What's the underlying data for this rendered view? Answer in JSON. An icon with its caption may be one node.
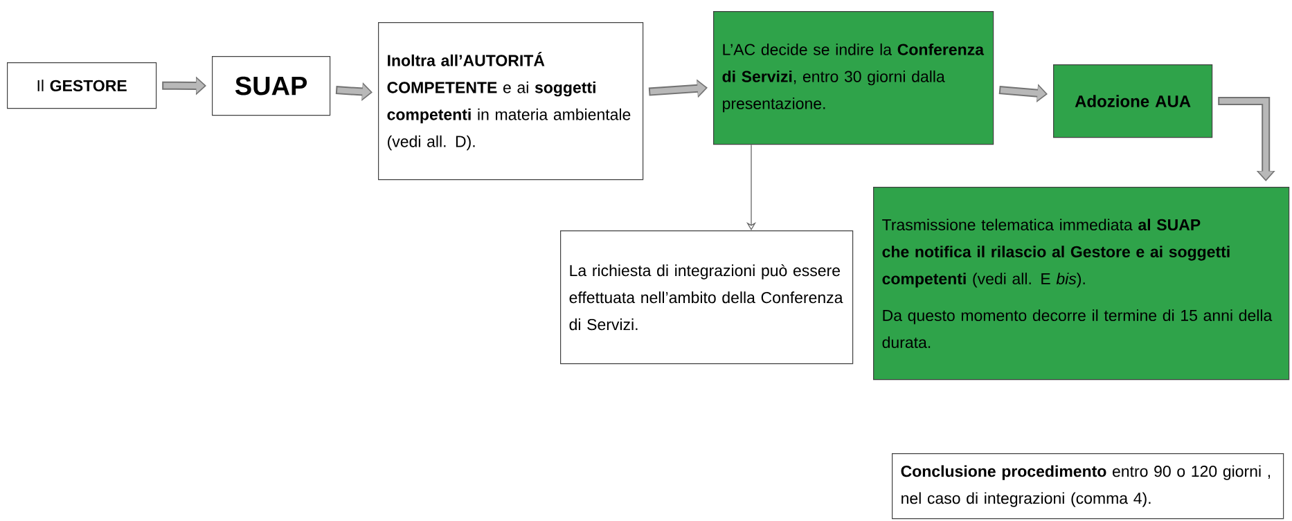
{
  "diagram": {
    "nodes": [
      {
        "text": [
          "Il **GESTORE**"
        ]
      },
      {
        "text": [
          "SUAP"
        ]
      },
      {
        "text": [
          "**Inoltra all’AUTORITÁ COMPETENTE** e ai **soggetti competenti** in materia ambientale (vedi all. D)."
        ]
      },
      {
        "text": [
          "L’AC decide se  indire la **Conferenza di Servizi**, entro 30 giorni dalla presentazione."
        ]
      },
      {
        "text": [
          "Adozione AUA"
        ]
      },
      {
        "text": [
          "Trasmissione telematica immediata **al SUAP che notifica il rilascio al Gestore e ai soggetti competenti** (vedi all. E *bis*).",
          "Da questo momento decorre il termine di 15 anni della durata."
        ]
      },
      {
        "text": [
          "La richiesta di integrazioni può essere effettuata nell’ambito della Conferenza di Servizi."
        ]
      },
      {
        "text": [
          "**Conclusione procedimento** entro 90  o 120 giorni , nel caso di integrazioni (comma 4)."
        ]
      }
    ],
    "edges": [
      {
        "from": 0,
        "to": 1,
        "arrow": "to"
      },
      {
        "from": 1,
        "to": 2,
        "arrow": "to"
      },
      {
        "from": 2,
        "to": 3,
        "arrow": "to"
      },
      {
        "from": 3,
        "to": 4,
        "arrow": "to"
      },
      {
        "from": 4,
        "to": 5,
        "arrow": "to"
      },
      {
        "from": 3,
        "to": 6,
        "arrow": "to"
      }
    ]
  }
}
